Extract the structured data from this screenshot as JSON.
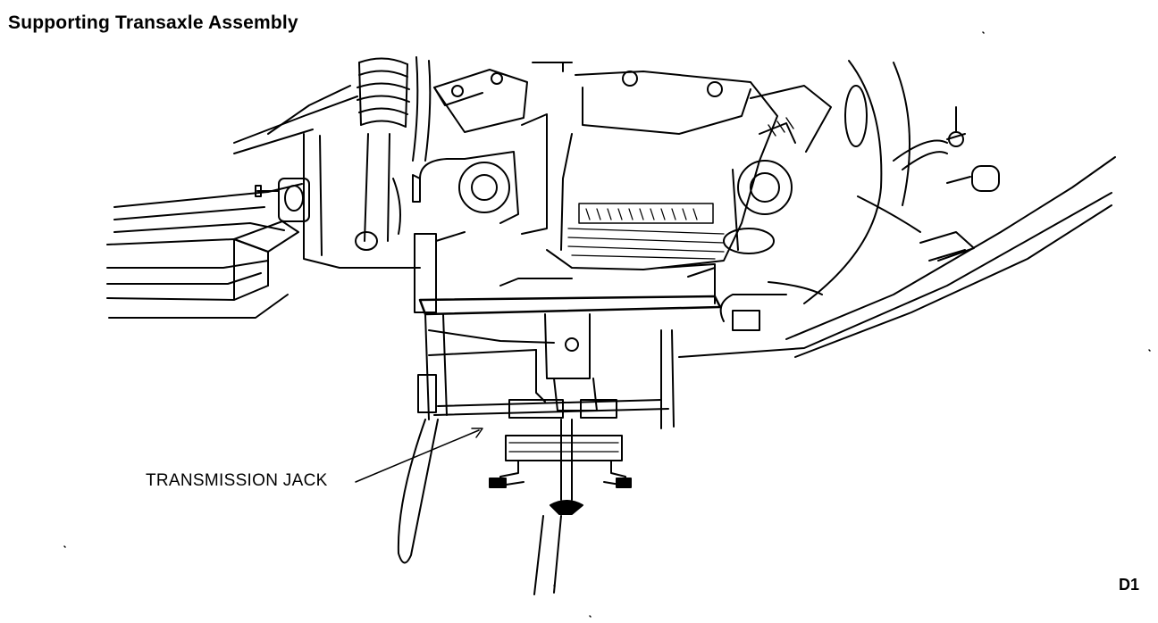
{
  "figure": {
    "title": "Supporting Transaxle Assembly",
    "callout_label": "TRANSMISSION JACK",
    "figure_code": "D1"
  },
  "colors": {
    "ink": "#000000",
    "paper": "#ffffff"
  }
}
